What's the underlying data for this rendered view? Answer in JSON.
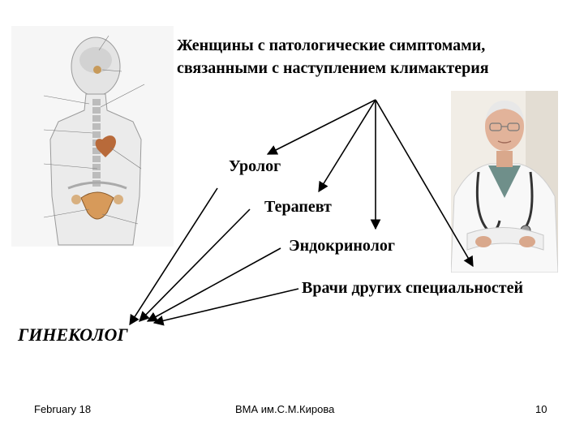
{
  "title": {
    "line1": "Женщины с патологические симптомами,",
    "line2": "связанными с наступлением климактерия"
  },
  "specialists": [
    "Уролог",
    "Терапевт",
    "Эндокринолог",
    "Врачи других специальностей"
  ],
  "target": "ГИНЕКОЛОГ",
  "footer": {
    "date": "February 18",
    "org": "ВМА им.С.М.Кирова",
    "page": "10"
  },
  "colors": {
    "text": "#000000",
    "arrow": "#000000",
    "background": "#ffffff"
  }
}
